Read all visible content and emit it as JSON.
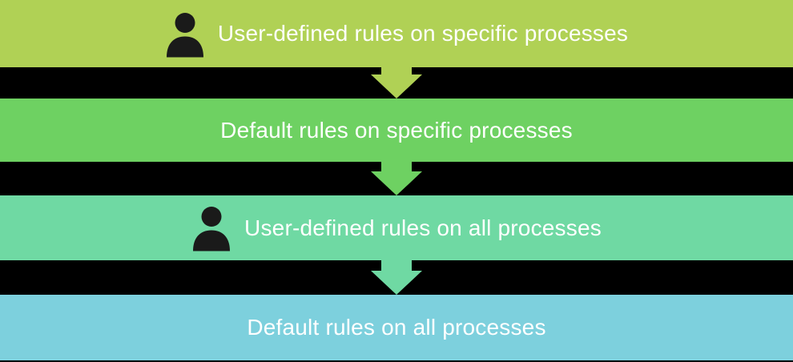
{
  "diagram": {
    "description": "Rule precedence flow diagram",
    "text_color": "#ffffff",
    "gap_color": "#000000",
    "icon_color": "#1a1a1a",
    "bands": [
      {
        "label": "User-defined rules on specific processes",
        "color": "#b0d155",
        "has_user_icon": true
      },
      {
        "label": "Default rules on specific processes",
        "color": "#6ed162",
        "has_user_icon": false
      },
      {
        "label": "User-defined rules on all processes",
        "color": "#6fd9a3",
        "has_user_icon": true
      },
      {
        "label": "Default rules on all processes",
        "color": "#7dd0dd",
        "has_user_icon": false
      }
    ]
  }
}
